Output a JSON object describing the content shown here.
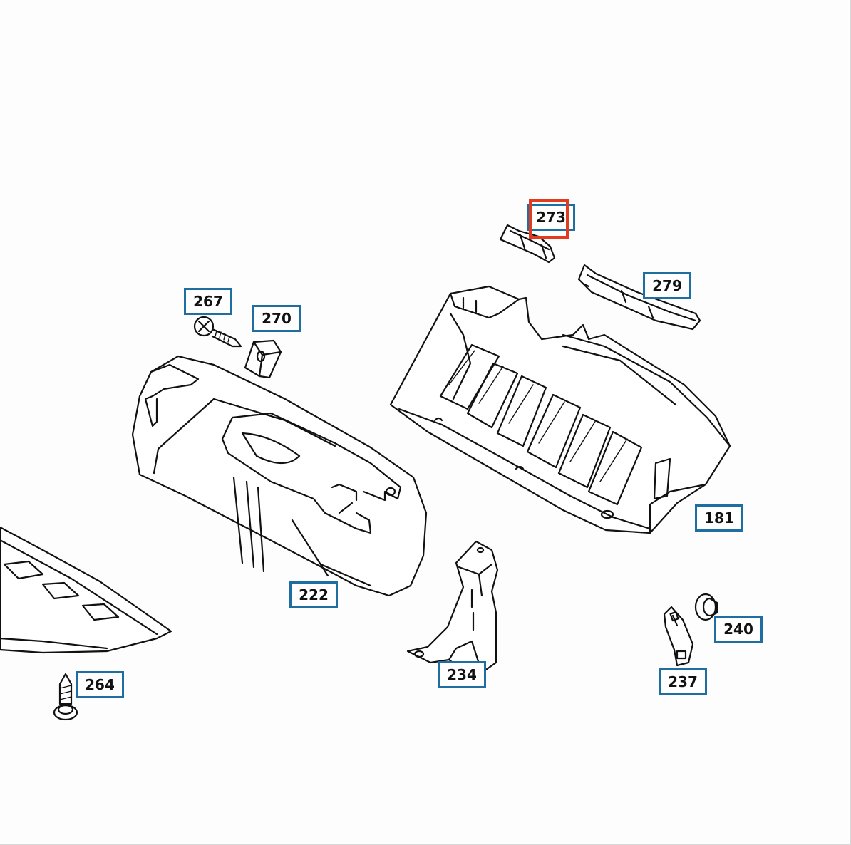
{
  "diagram": {
    "callout_color": "#1e6ea1",
    "selected_color": "#e23b20",
    "selected_part": "273",
    "callouts": [
      {
        "id": "273",
        "label": "273",
        "part": "clip"
      },
      {
        "id": "279",
        "label": "279",
        "part": "trim-strip"
      },
      {
        "id": "267",
        "label": "267",
        "part": "screw"
      },
      {
        "id": "270",
        "label": "270",
        "part": "clip-nut"
      },
      {
        "id": "181",
        "label": "181",
        "part": "lower-panel"
      },
      {
        "id": "222",
        "label": "222",
        "part": "glove-box"
      },
      {
        "id": "240",
        "label": "240",
        "part": "grommet"
      },
      {
        "id": "234",
        "label": "234",
        "part": "bracket"
      },
      {
        "id": "237",
        "label": "237",
        "part": "bracket-small"
      },
      {
        "id": "264",
        "label": "264",
        "part": "expansion-rivet"
      }
    ]
  }
}
